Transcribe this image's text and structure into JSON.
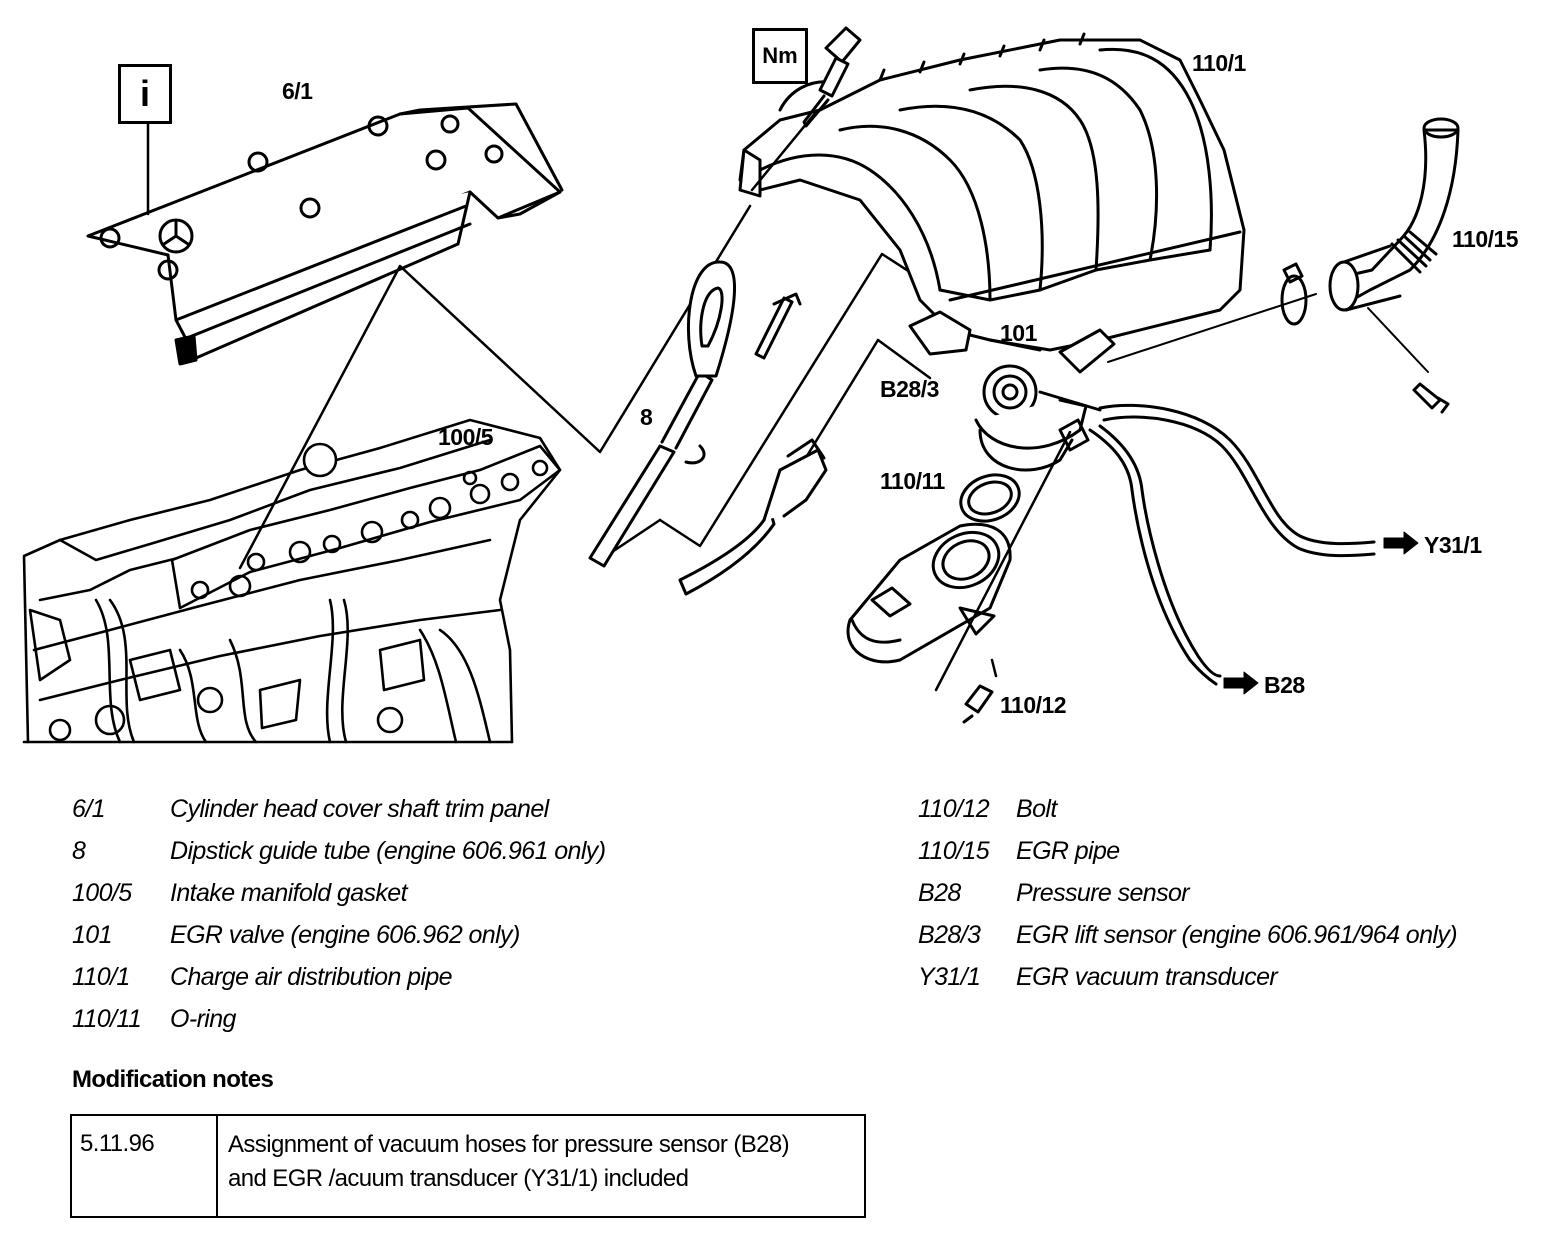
{
  "symbols": {
    "info": "i",
    "torque": "Nm"
  },
  "callouts": {
    "c6_1": "6/1",
    "c110_1": "110/1",
    "c110_15": "110/15",
    "c101": "101",
    "c100_5": "100/5",
    "c8": "8",
    "cB28_3": "B28/3",
    "c110_11": "110/11",
    "cY31_1": "Y31/1",
    "cB28": "B28",
    "c110_12": "110/12"
  },
  "legend": {
    "left": [
      {
        "code": "6/1",
        "description": "Cylinder head cover shaft trim panel"
      },
      {
        "code": "8",
        "description": "Dipstick guide tube (engine 606.961 only)"
      },
      {
        "code": "100/5",
        "description": "Intake manifold gasket"
      },
      {
        "code": "101",
        "description": "EGR valve (engine 606.962 only)"
      },
      {
        "code": "110/1",
        "description": "Charge air distribution pipe"
      },
      {
        "code": "110/11",
        "description": "O-ring"
      }
    ],
    "right": [
      {
        "code": "110/12",
        "description": "Bolt"
      },
      {
        "code": "110/15",
        "description": "EGR pipe"
      },
      {
        "code": "B28",
        "description": "Pressure sensor"
      },
      {
        "code": "B28/3",
        "description": "EGR lift sensor (engine 606.961/964 only)"
      },
      {
        "code": "Y31/1",
        "description": "EGR vacuum transducer"
      }
    ]
  },
  "modification": {
    "heading": "Modification notes",
    "date": "5.11.96",
    "line1": "Assignment of vacuum hoses for pressure sensor (B28)",
    "line2": "and EGR  /acuum transducer (Y31/1) included"
  }
}
